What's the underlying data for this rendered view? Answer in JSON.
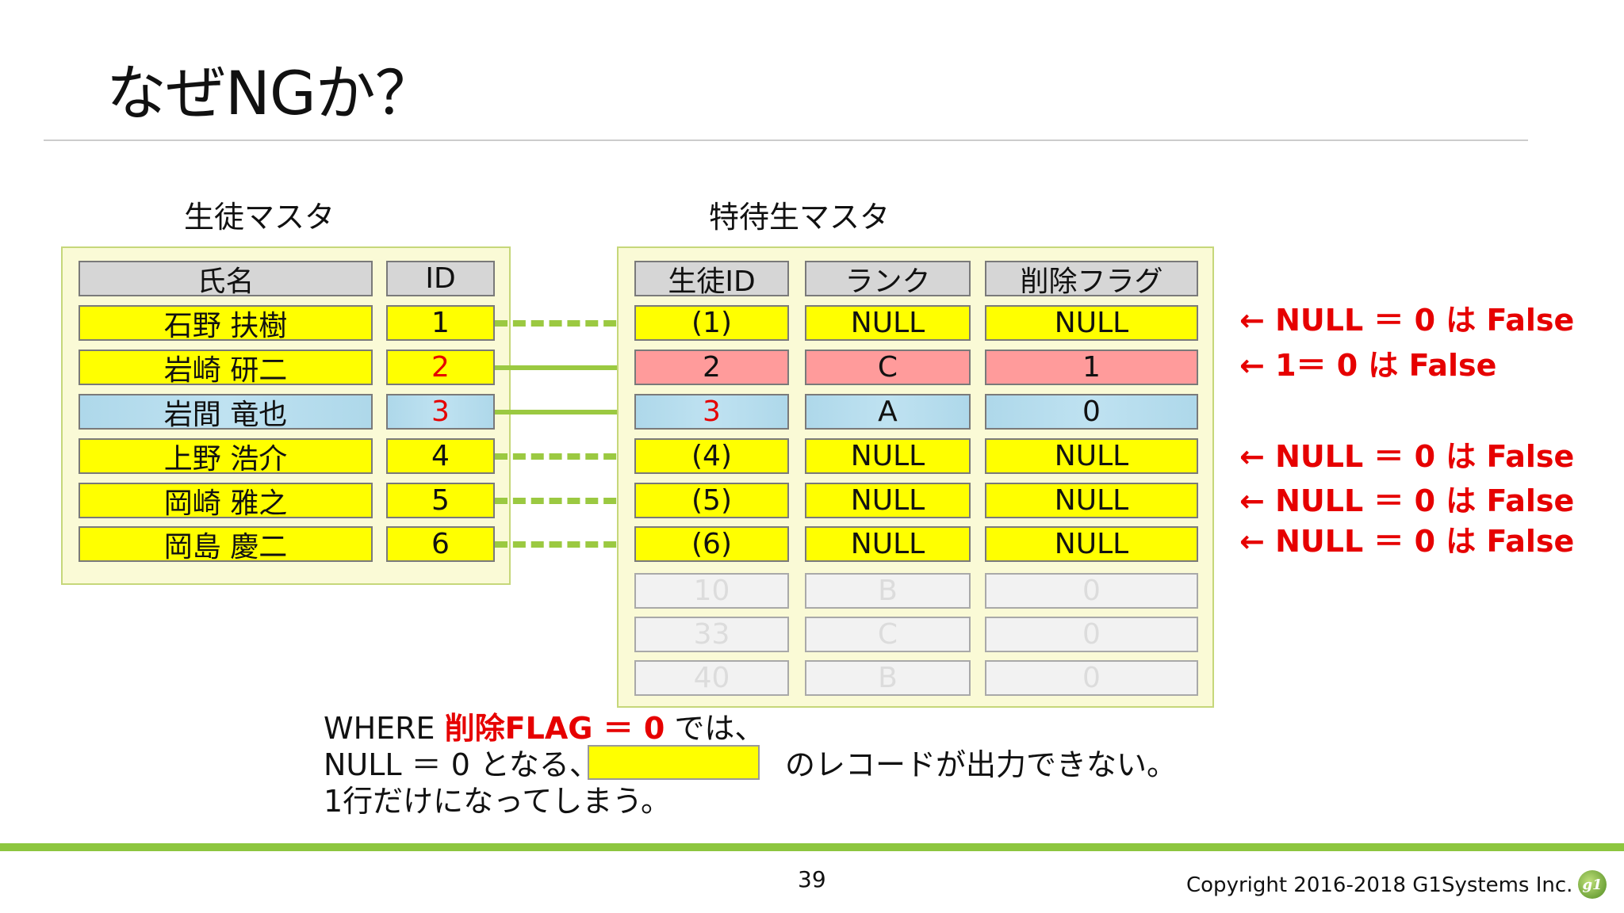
{
  "title": "なぜNGか？",
  "students_table": {
    "label": "生徒マスタ",
    "headers": [
      "氏名",
      "ID"
    ],
    "rows": [
      {
        "name": "石野 扶樹",
        "id": "1"
      },
      {
        "name": "岩崎 研二",
        "id": "2"
      },
      {
        "name": "岩間 竜也",
        "id": "3"
      },
      {
        "name": "上野 浩介",
        "id": "4"
      },
      {
        "name": "岡崎 雅之",
        "id": "5"
      },
      {
        "name": "岡島 慶二",
        "id": "6"
      }
    ]
  },
  "scholarship_table": {
    "label": "特待生マスタ",
    "headers": [
      "生徒ID",
      "ランク",
      "削除フラグ"
    ],
    "rows": [
      {
        "student_id": "(1)",
        "rank": "NULL",
        "flag": "NULL"
      },
      {
        "student_id": "2",
        "rank": "C",
        "flag": "1"
      },
      {
        "student_id": "3",
        "rank": "A",
        "flag": "0"
      },
      {
        "student_id": "(4)",
        "rank": "NULL",
        "flag": "NULL"
      },
      {
        "student_id": "(5)",
        "rank": "NULL",
        "flag": "NULL"
      },
      {
        "student_id": "(6)",
        "rank": "NULL",
        "flag": "NULL"
      },
      {
        "student_id": "10",
        "rank": "B",
        "flag": "0"
      },
      {
        "student_id": "33",
        "rank": "C",
        "flag": "0"
      },
      {
        "student_id": "40",
        "rank": "B",
        "flag": "0"
      }
    ]
  },
  "notes": [
    "← NULL ＝ 0 は False",
    "← 1＝ 0 は False",
    "← NULL ＝ 0 は False",
    "← NULL ＝ 0 は False",
    "← NULL ＝ 0 は False"
  ],
  "explanation": {
    "line1_prefix": "WHERE ",
    "line1_highlight": "削除FLAG ＝ 0",
    "line1_suffix": " では、",
    "line2_prefix": "NULL ＝ 0 となる、",
    "line2_suffix": "のレコードが出力できない。",
    "line3": "1行だけになってしまう。"
  },
  "footer": {
    "page_number": "39",
    "copyright": "Copyright 2016-2018 G1Systems Inc.",
    "logo_text": "g1"
  },
  "colors": {
    "accent_green": "#8dc63f",
    "highlight_yellow": "#ffff00",
    "error_red": "#e60000",
    "pink": "#ff9b9b",
    "blue": "#aed8ea"
  }
}
